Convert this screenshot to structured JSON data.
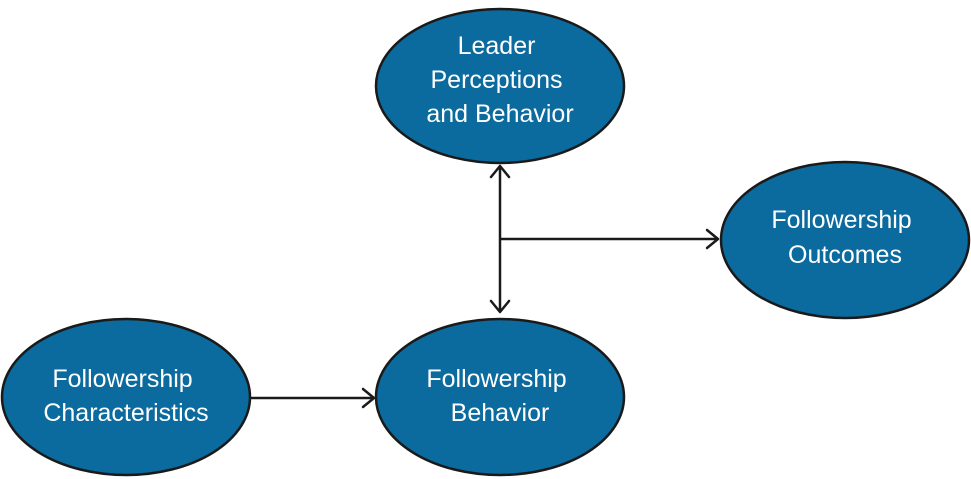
{
  "colors": {
    "node_fill": "#0b6a9e",
    "node_stroke": "#1a1a1a",
    "node_text": "#ffffff",
    "connector": "#1a1a1a"
  },
  "nodes": {
    "leader": {
      "lines": [
        "Leader",
        "Perceptions",
        "and Behavior"
      ]
    },
    "outcomes": {
      "lines": [
        "Followership",
        "Outcomes"
      ]
    },
    "characteristics": {
      "lines": [
        "Followership",
        "Characteristics"
      ]
    },
    "behavior": {
      "lines": [
        "Followership",
        "Behavior"
      ]
    }
  }
}
